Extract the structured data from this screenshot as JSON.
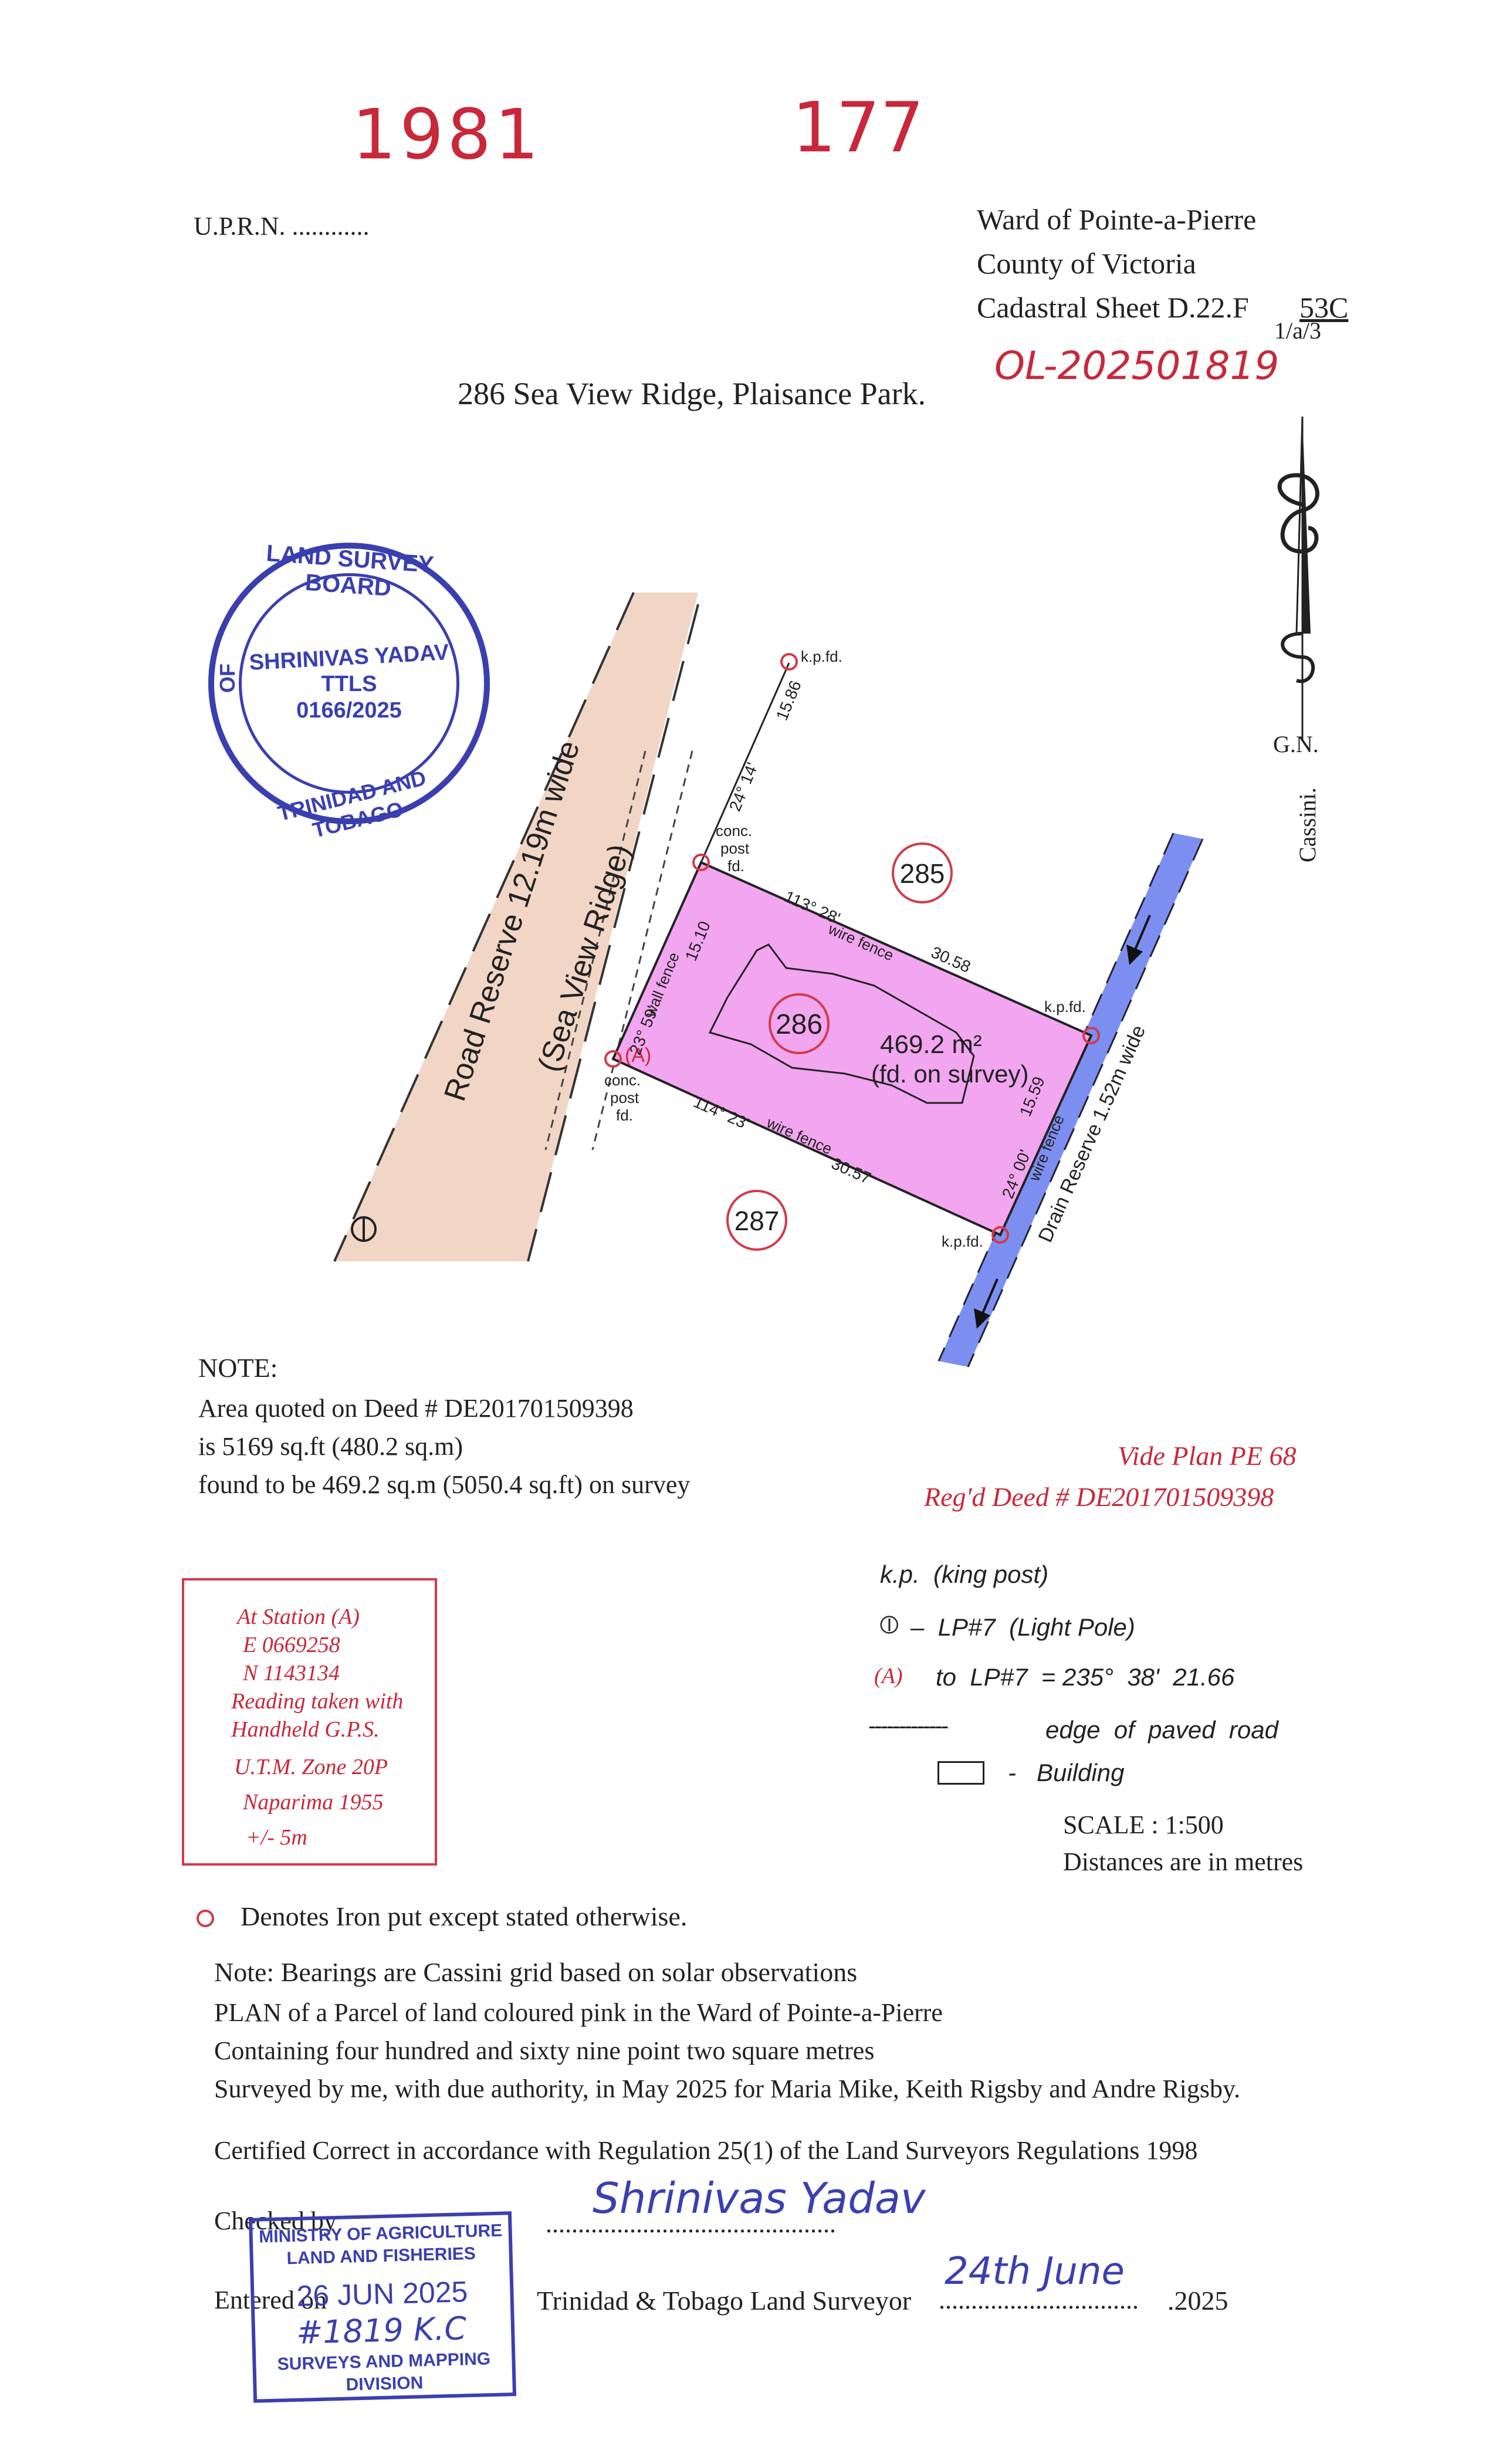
{
  "header": {
    "hand_file_number": "1981",
    "hand_plan_number": "177",
    "uprn": "U.P.R.N. ............",
    "ward": "Ward of Pointe-a-Pierre",
    "county": "County of Victoria",
    "cadastral_sheet": "Cadastral Sheet  D.22.F",
    "cadastral_numerator": "53C",
    "cadastral_denominator": "1/a/3",
    "hand_ref": "OL-202501819",
    "address": "286 Sea View Ridge, Plaisance Park."
  },
  "north_arrow": {
    "label": "G.N.",
    "sublabel": "Cassini."
  },
  "stamp_board": {
    "ring_top": "LAND SURVEY BOARD",
    "ring_bottom": "TRINIDAD AND TOBAGO",
    "ring_left": "OF",
    "name": "SHRINIVAS YADAV",
    "title": "TTLS",
    "number": "0166/2025"
  },
  "plan": {
    "road_label": "Road Reserve 12.19m wide",
    "road_name": "(Sea View Ridge)",
    "drain_label": "Drain Reserve 1.52m wide",
    "lot_number": "286",
    "area": "469.2 m²",
    "area_note": "(fd. on survey)",
    "neighbour_north": "285",
    "neighbour_south": "287",
    "labels": {
      "kp_top": "k.p.fd.",
      "kp_right": "k.p.fd.",
      "kp_bottom": "k.p.fd.",
      "conc_top_1": "conc.",
      "conc_top_2": "post",
      "conc_top_3": "fd.",
      "conc_bot_1": "conc.",
      "conc_bot_2": "post",
      "conc_bot_3": "fd.",
      "station": "(A)",
      "wall_fence": "wall fence",
      "wire_fence_top": "wire fence",
      "wire_fence_bottom": "wire fence",
      "wire_fence_right": "wire fence",
      "bearing_top": "113° 28'",
      "dist_top": "30.58",
      "bearing_bottom": "114° 23'",
      "dist_bottom": "30.57",
      "bearing_left": "23° 59'",
      "dist_left": "15.10",
      "bearing_upper": "24° 14'",
      "dist_upper": "15.86",
      "bearing_right": "24° 00'",
      "dist_right": "15.59",
      "pole_symbol": "⦶"
    }
  },
  "note": {
    "heading": "NOTE:",
    "line1": "Area quoted on Deed # DE201701509398",
    "line2": "is 5169 sq.ft (480.2 sq.m)",
    "line3": "found to be 469.2 sq.m (5050.4 sq.ft) on survey"
  },
  "vide": {
    "plan": "Vide Plan PE 68",
    "deed": "Reg'd Deed # DE201701509398"
  },
  "station_box": {
    "l1": "At Station (A)",
    "l2": "E 0669258",
    "l3": "N 1143134",
    "l4": "Reading taken with",
    "l5": "Handheld G.P.S.",
    "l6": "U.T.M. Zone 20P",
    "l7": "Naparima 1955",
    "l8": "+/- 5m"
  },
  "legend": {
    "kp": "k.p.  (king post)",
    "lp_symbol": "⦶",
    "lp": "–  LP#7  (Light Pole)",
    "a_symbol": "(A)",
    "a_text": "to  LP#7  = 235°  38'  21.66",
    "road_dash": "-------------",
    "road": "edge  of  paved  road",
    "building": "-   Building",
    "scale": "SCALE : 1:500",
    "distances": "Distances are in metres"
  },
  "iron": "Denotes Iron put except stated otherwise.",
  "footer": {
    "bearings": "Note: Bearings are Cassini grid based on solar observations",
    "plan_of": "PLAN of a Parcel of land coloured pink in the Ward of Pointe-a-Pierre",
    "containing": "Containing four hundred and sixty nine point two square metres",
    "surveyed": "Surveyed by me, with due authority, in May 2025 for Maria Mike, Keith Rigsby and Andre Rigsby.",
    "certified": "Certified Correct in accordance with Regulation 25(1) of the Land Surveyors Regulations 1998",
    "checked_by": "Checked by",
    "signature_dots": ".............................................",
    "entered_on": "Entered on",
    "surveyor": "Trinidad & Tobago  Land Surveyor",
    "date_dots": "...............................",
    "year": ".2025",
    "hand_signature": "Shrinivas Yadav",
    "hand_date": "24th June"
  },
  "stamp_ministry": {
    "l1": "MINISTRY OF AGRICULTURE",
    "l2": "LAND AND FISHERIES",
    "date": "26 JUN 2025",
    "hand": "#1819 K.C",
    "l3": "SURVEYS AND MAPPING",
    "l4": "DIVISION"
  },
  "colors": {
    "parcel_pink": "#f2a6ef",
    "road_tan": "#f1d6c6",
    "drain_blue": "#7c8ff0",
    "ink_red": "#c8283a",
    "stamp_blue": "#2a3a9a"
  }
}
